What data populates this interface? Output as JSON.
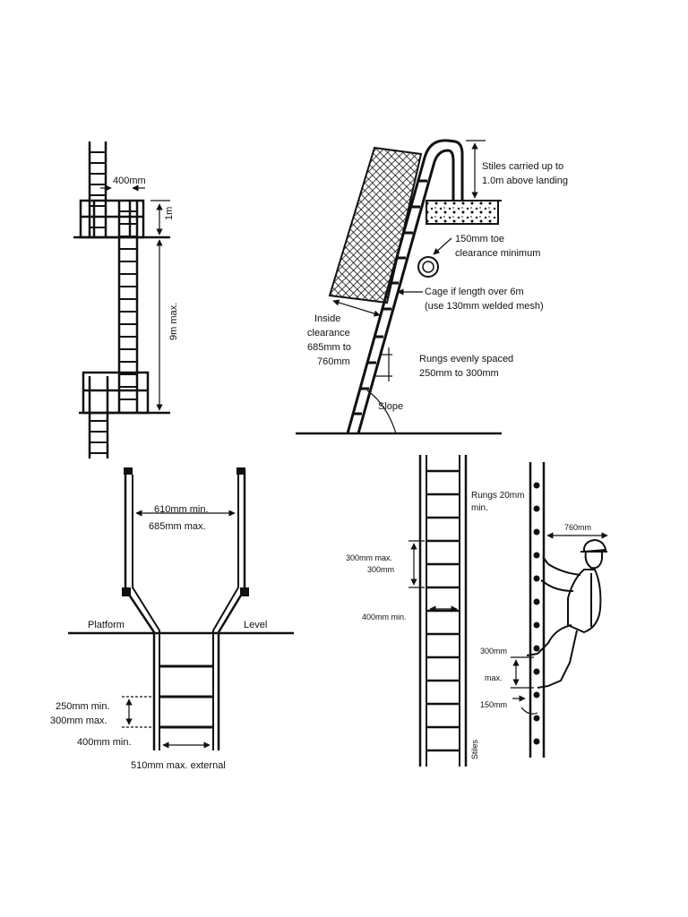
{
  "panel_tl": {
    "spacing": "400mm",
    "height_top": "1m",
    "height_max": "9m max."
  },
  "panel_tr": {
    "stiles": [
      "Stiles carried up to",
      "1.0m above landing"
    ],
    "toe": [
      "150mm toe",
      "clearance minimum"
    ],
    "cage": [
      "Cage if length over 6m",
      "(use 130mm welded mesh)"
    ],
    "inside": [
      "Inside",
      "clearance",
      "685mm to",
      "760mm"
    ],
    "rungs": [
      "Rungs evenly spaced",
      "250mm to 300mm"
    ],
    "slope": "Slope"
  },
  "panel_bl": {
    "width": [
      "610mm min.",
      "685mm max."
    ],
    "platform": "Platform",
    "level": "Level",
    "rung_spacing": [
      "250mm min.",
      "300mm max."
    ],
    "inner": "400mm min.",
    "outer": "510mm max. external"
  },
  "panel_br": {
    "rungs": [
      "Rungs 20mm",
      "min."
    ],
    "spacing": [
      "300mm max.",
      "300mm"
    ],
    "inner": "400mm min.",
    "stiles": "Stiles",
    "reach": "760mm",
    "step": [
      "300mm",
      "max."
    ],
    "toe": "150mm"
  }
}
